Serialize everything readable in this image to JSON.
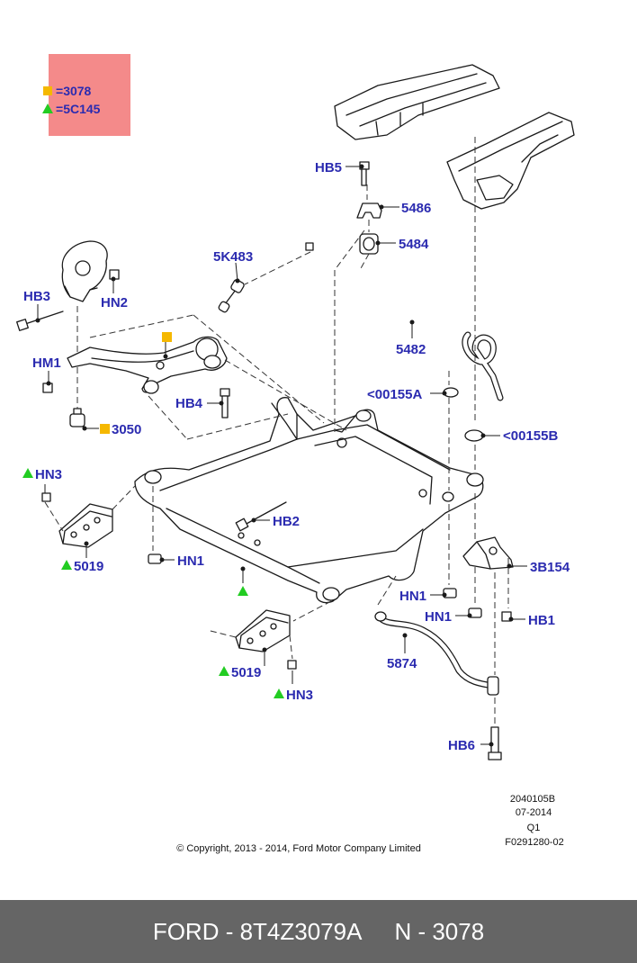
{
  "legend": {
    "square_value": "3078",
    "triangle_value": "5C145",
    "square_color": "#f5b800",
    "triangle_color": "#22cc22",
    "box_color": "#f48a8a"
  },
  "callouts": {
    "hb5": "HB5",
    "p5486": "5486",
    "p5484": "5484",
    "p5k483": "5K483",
    "hb3": "HB3",
    "hn2": "HN2",
    "hm1": "HM1",
    "p5482": "5482",
    "p00155a": "<00155A",
    "hb4": "HB4",
    "p3050": "3050",
    "p00155b": "<00155B",
    "hn3_left": "HN3",
    "hb2": "HB2",
    "p5019_left": "5019",
    "hn1_left": "HN1",
    "p3b154": "3B154",
    "hn1_right_a": "HN1",
    "hn1_right_b": "HN1",
    "hb1": "HB1",
    "p5874": "5874",
    "p5019_right": "5019",
    "hn3_right": "HN3",
    "hb6": "HB6"
  },
  "meta": {
    "code1": "2040105B",
    "code2": "07-2014",
    "code3": "Q1",
    "code4": "F0291280-02",
    "copyright": "© Copyright, 2013 - 2014, Ford Motor Company Limited"
  },
  "footer": {
    "left": "FORD - 8T4Z3079A",
    "right": "N - 3078"
  }
}
